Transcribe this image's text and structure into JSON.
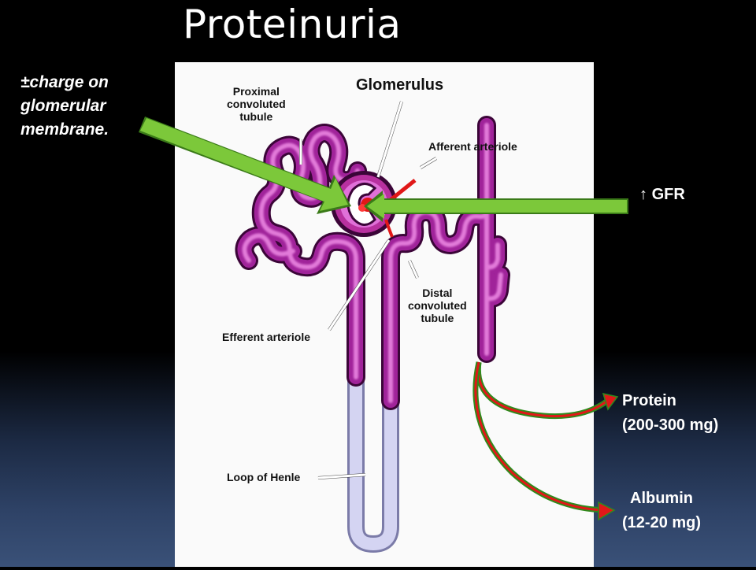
{
  "title": "Proteinuria",
  "notes": {
    "charge_symbol": "±",
    "charge_text": "charge on glomerular membrane.",
    "gfr_arrow": "↑",
    "gfr": "GFR",
    "protein_label": "Protein",
    "protein_value": "(200-300 mg)",
    "albumin_label": "Albumin",
    "albumin_value": "(12-20 mg)"
  },
  "diagram_labels": {
    "glomerulus": "Glomerulus",
    "proximal": [
      "Proximal",
      "convoluted",
      "tubule"
    ],
    "afferent": "Afferent arteriole",
    "distal": [
      "Distal",
      "convoluted",
      "tubule"
    ],
    "efferent": "Efferent arteriole",
    "loop": "Loop of Henle"
  },
  "colors": {
    "tubule": "#a0239a",
    "tubule_light": "#e070d8",
    "loop": "#c9c9ee",
    "green_arrow": "#7cc83a",
    "red": "#e01818"
  }
}
